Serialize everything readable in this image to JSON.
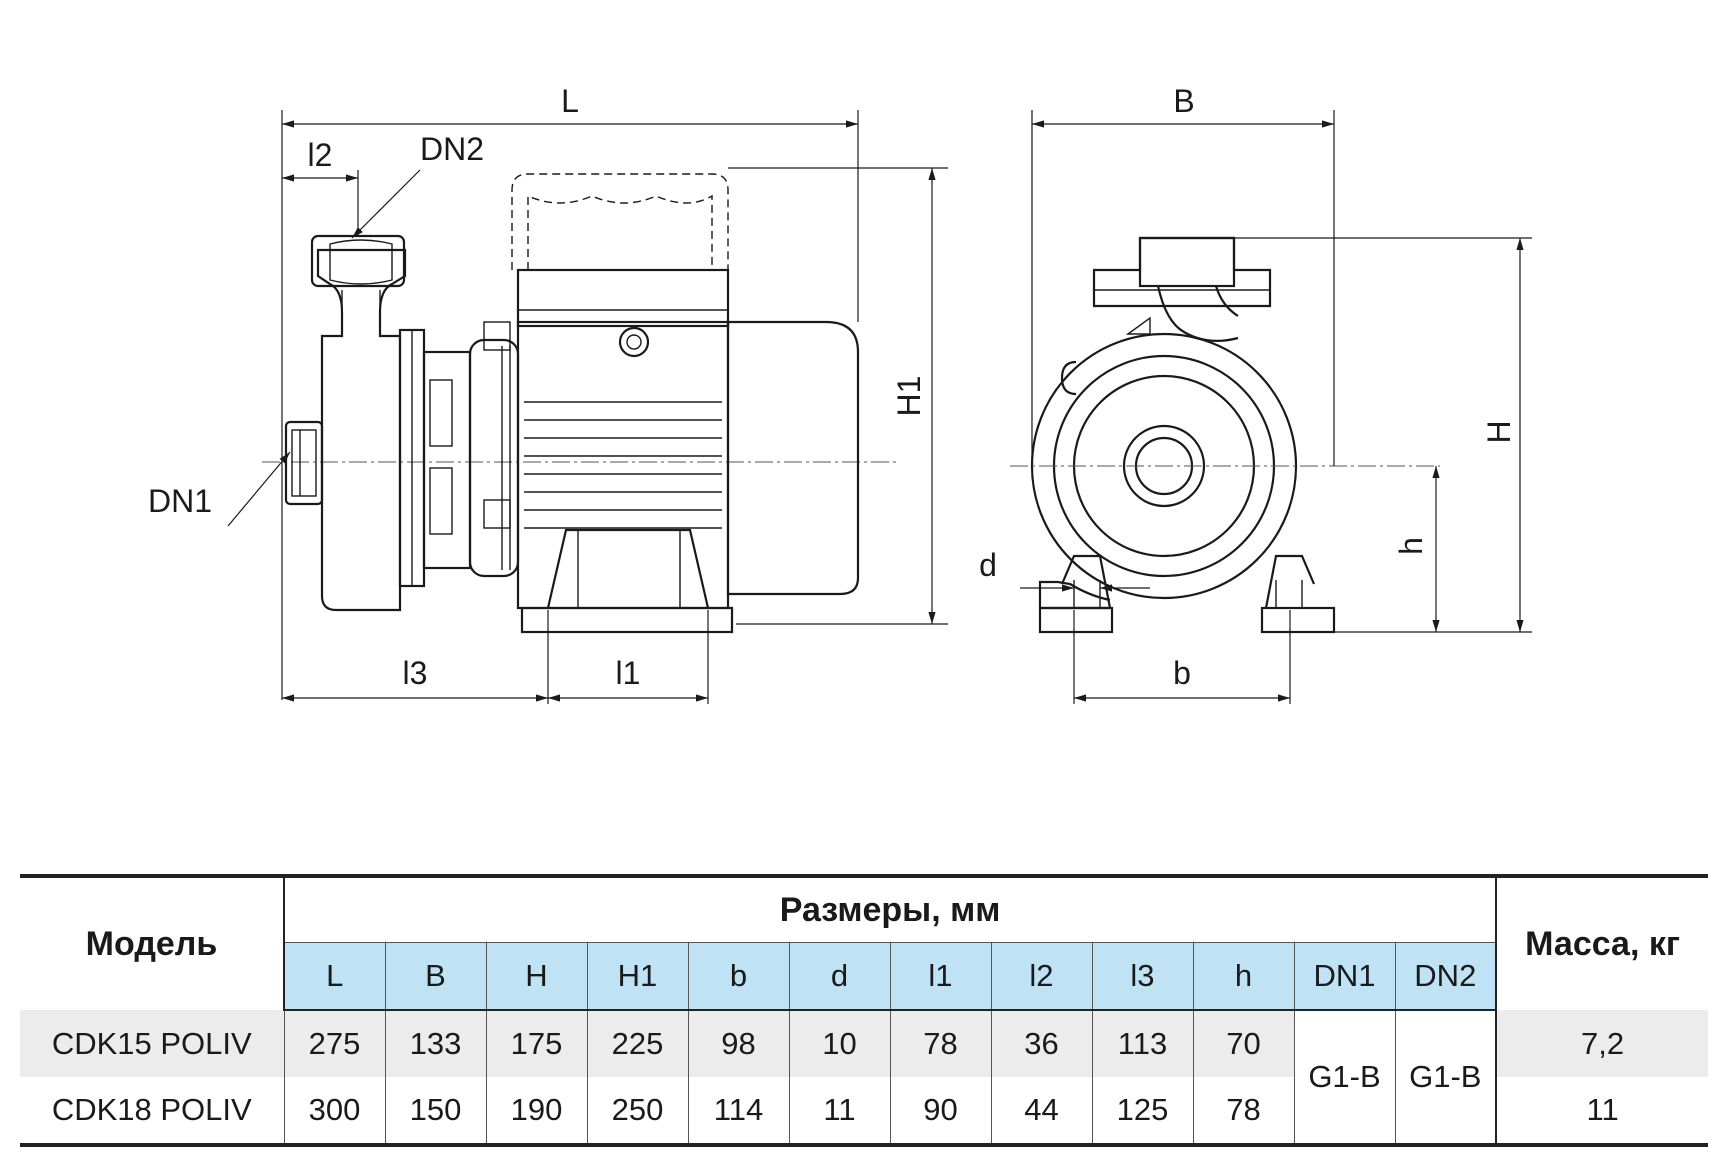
{
  "drawing": {
    "labels": {
      "L": "L",
      "B": "B",
      "l2": "l2",
      "DN2": "DN2",
      "DN1": "DN1",
      "H1": "H1",
      "H": "H",
      "h": "h",
      "d": "d",
      "l3": "l3",
      "l1": "l1",
      "b": "b"
    }
  },
  "table": {
    "model_header": "Модель",
    "dimensions_header": "Размеры, мм",
    "mass_header": "Масса, кг",
    "columns": [
      "L",
      "B",
      "H",
      "H1",
      "b",
      "d",
      "l1",
      "l2",
      "l3",
      "h",
      "DN1",
      "DN2"
    ],
    "rows": [
      {
        "model": "CDK15 POLIV",
        "values": [
          "275",
          "133",
          "175",
          "225",
          "98",
          "10",
          "78",
          "36",
          "113",
          "70"
        ],
        "mass": "7,2"
      },
      {
        "model": "CDK18 POLIV",
        "values": [
          "300",
          "150",
          "190",
          "250",
          "114",
          "11",
          "90",
          "44",
          "125",
          "78"
        ],
        "mass": "11"
      }
    ],
    "dn1": "G1-B",
    "dn2": "G1-B"
  }
}
